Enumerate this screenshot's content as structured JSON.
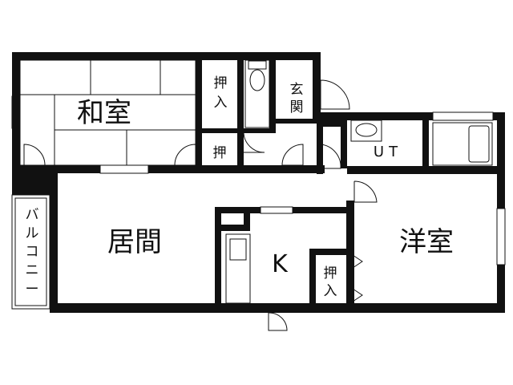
{
  "floorplan": {
    "rooms": {
      "washitsu": "和室",
      "oshiire_1": "押入",
      "oshiire_2": "押",
      "genkan": "玄関",
      "ut": "UT",
      "kyoma": "居間",
      "kitchen": "K",
      "oshiire_3": "押入",
      "youshitsu": "洋室",
      "balcony": "バルコニー"
    }
  }
}
